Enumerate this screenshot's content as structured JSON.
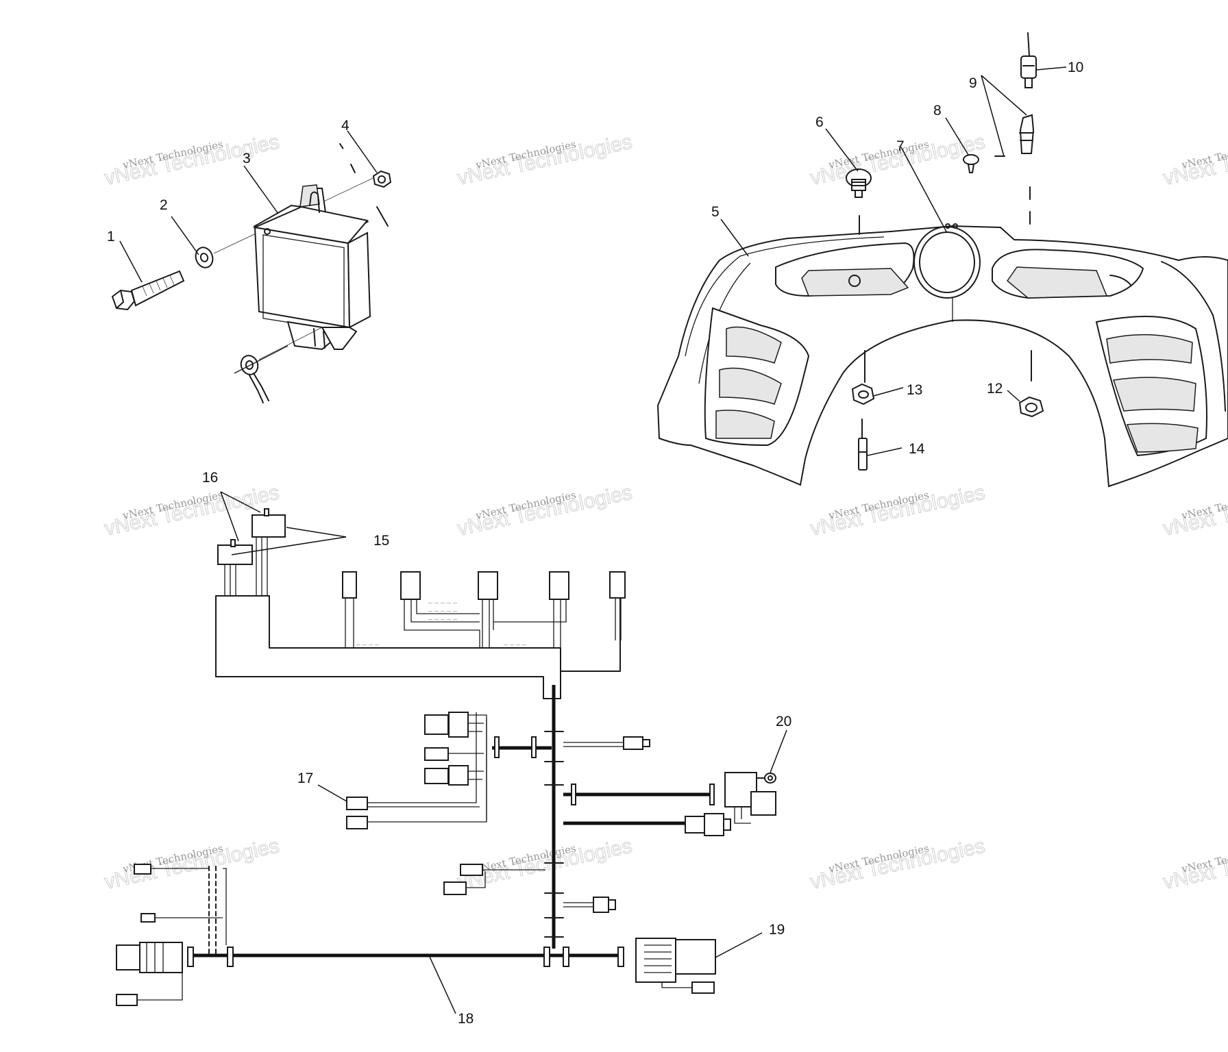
{
  "callouts": [
    {
      "id": "1",
      "label": "1"
    },
    {
      "id": "2",
      "label": "2"
    },
    {
      "id": "3",
      "label": "3"
    },
    {
      "id": "4",
      "label": "4"
    },
    {
      "id": "5",
      "label": "5"
    },
    {
      "id": "6",
      "label": "6"
    },
    {
      "id": "7",
      "label": "7"
    },
    {
      "id": "8",
      "label": "8"
    },
    {
      "id": "9",
      "label": "9"
    },
    {
      "id": "10",
      "label": "10"
    },
    {
      "id": "12",
      "label": "12"
    },
    {
      "id": "13",
      "label": "13"
    },
    {
      "id": "14",
      "label": "14"
    },
    {
      "id": "15",
      "label": "15"
    },
    {
      "id": "16",
      "label": "16"
    },
    {
      "id": "17",
      "label": "17"
    },
    {
      "id": "18",
      "label": "18"
    },
    {
      "id": "19",
      "label": "19"
    },
    {
      "id": "20",
      "label": "20"
    }
  ],
  "watermark": {
    "line1": "vNext Technologies",
    "line2": "vNext Technologies"
  }
}
